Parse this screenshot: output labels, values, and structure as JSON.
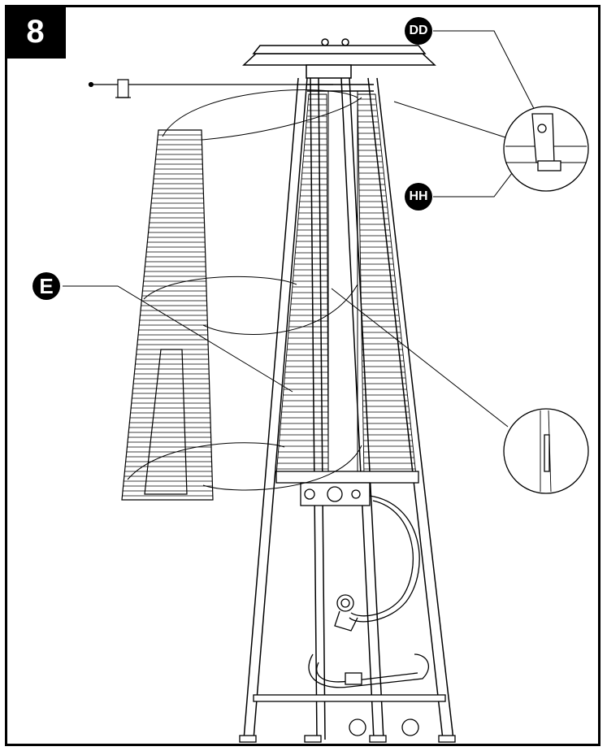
{
  "step_number": "8",
  "callouts": {
    "dd": "DD",
    "hh": "HH",
    "e": "E"
  }
}
